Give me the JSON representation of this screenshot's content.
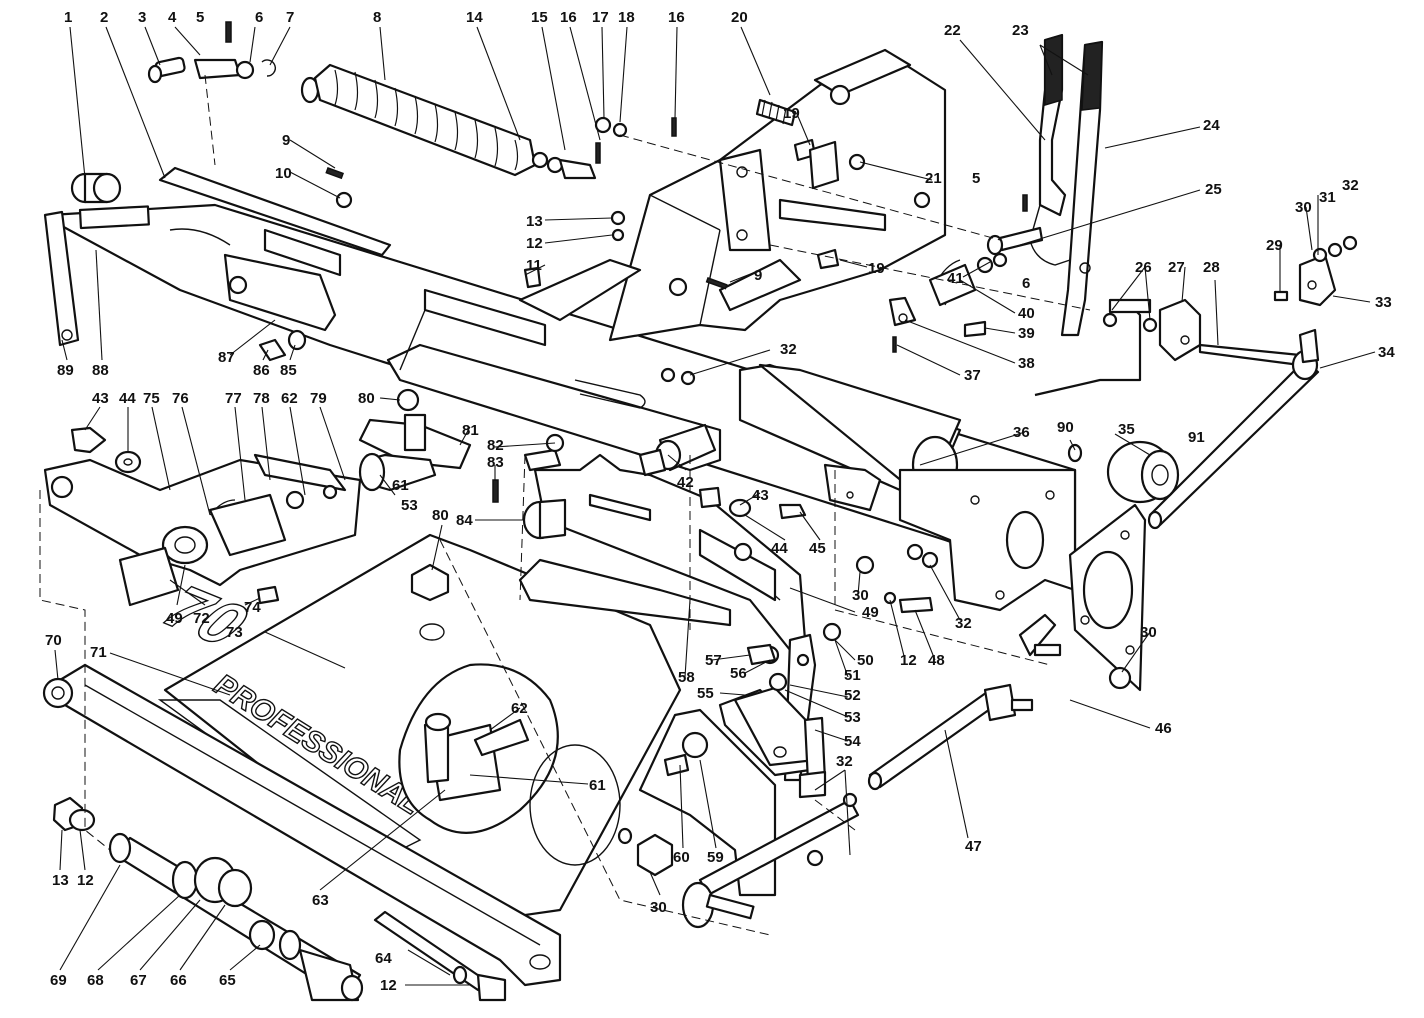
{
  "labels": [
    "1",
    "2",
    "3",
    "4",
    "5",
    "6",
    "7",
    "8",
    "14",
    "15",
    "16",
    "17",
    "18",
    "16",
    "20",
    "22",
    "23",
    "24",
    "9",
    "10",
    "19",
    "21",
    "5",
    "25",
    "13",
    "12",
    "11",
    "9",
    "19",
    "32",
    "31",
    "30",
    "29",
    "33",
    "26",
    "27",
    "28",
    "41",
    "6",
    "40",
    "39",
    "38",
    "37",
    "34",
    "89",
    "88",
    "87",
    "86",
    "85",
    "43",
    "44",
    "75",
    "76",
    "77",
    "78",
    "62",
    "79",
    "80",
    "81",
    "82",
    "83",
    "32",
    "42",
    "35",
    "36",
    "90",
    "91",
    "61",
    "53",
    "80",
    "84",
    "43",
    "44",
    "45",
    "49",
    "72",
    "74",
    "73",
    "30",
    "32",
    "70",
    "71",
    "49",
    "50",
    "12",
    "48",
    "30",
    "46",
    "57",
    "56",
    "51",
    "52",
    "55",
    "53",
    "54",
    "58",
    "62",
    "61",
    "47",
    "32",
    "13",
    "12",
    "63",
    "60",
    "59",
    "69",
    "68",
    "67",
    "66",
    "65",
    "64",
    "12",
    "30"
  ],
  "brand_text": {
    "number": "70",
    "word": "PROFESSIONAL"
  }
}
